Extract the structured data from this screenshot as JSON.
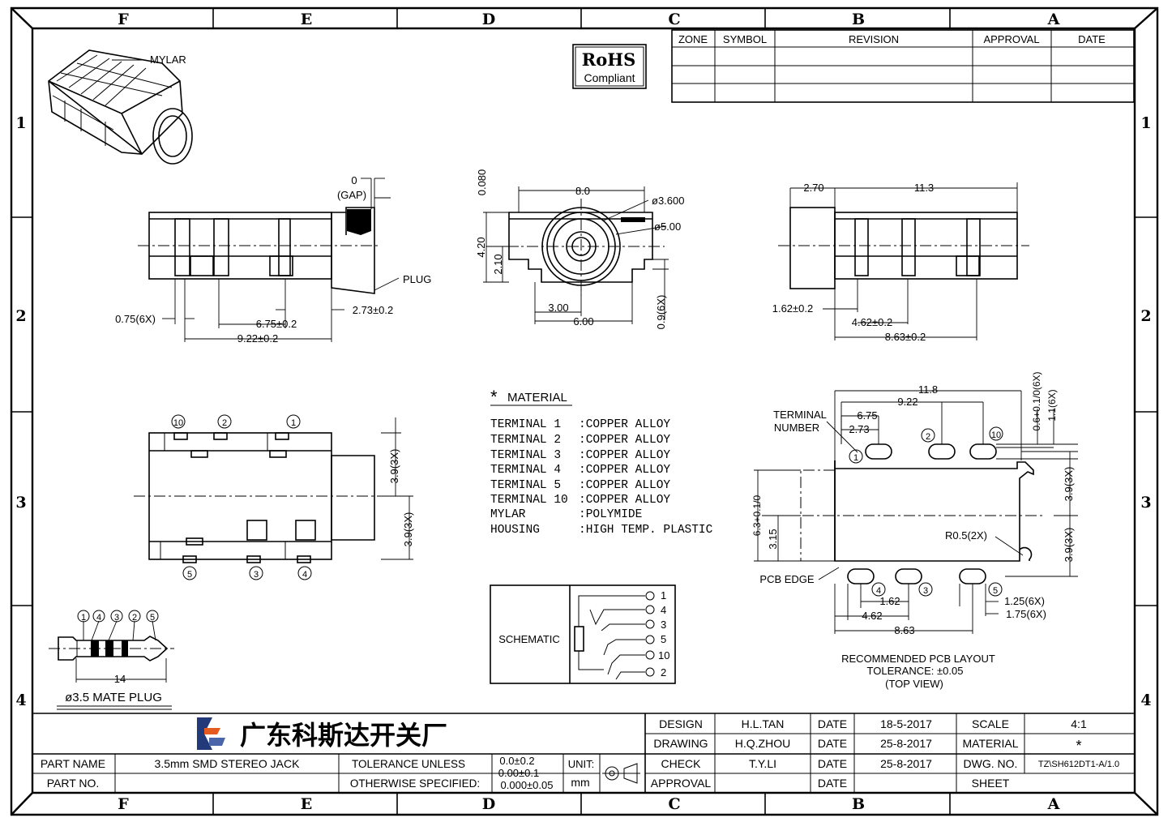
{
  "frame": {
    "columns": [
      "F",
      "E",
      "D",
      "C",
      "B",
      "A"
    ],
    "rows": [
      "1",
      "2",
      "3",
      "4"
    ]
  },
  "rohs": {
    "line1": "RoHS",
    "line2": "Compliant"
  },
  "revision_table": {
    "headers": [
      "ZONE",
      "SYMBOL",
      "REVISION",
      "APPROVAL",
      "DATE"
    ]
  },
  "iso_view": {
    "mylar_label": "MYLAR"
  },
  "side_view_left": {
    "gap_value": "0",
    "gap_label": "(GAP)",
    "plug_label": "PLUG",
    "dims": [
      "0.75(6X)",
      "6.75±0.2",
      "2.73±0.2",
      "9.22±0.2"
    ]
  },
  "front_view": {
    "dims": [
      "0.080",
      "8.0",
      "ø3.600",
      "ø5.00",
      "4.20",
      "2.10",
      "3.00",
      "6.00",
      "0.9(6X)"
    ]
  },
  "side_view_right": {
    "dims": [
      "2.70",
      "11.3",
      "1.62±0.2",
      "4.62±0.2",
      "8.63±0.2"
    ]
  },
  "bottom_view": {
    "top_pins": [
      "10",
      "2",
      "1"
    ],
    "bottom_pins": [
      "5",
      "3",
      "4"
    ],
    "dims": [
      "3.9(3X)",
      "3.9(3X)"
    ]
  },
  "mate_plug": {
    "pin_order": [
      "1",
      "4",
      "3",
      "2",
      "5"
    ],
    "length": "14",
    "title": "ø3.5 MATE PLUG"
  },
  "material": {
    "title": "MATERIAL",
    "items": [
      {
        "part": "TERMINAL  1",
        "value": ":COPPER  ALLOY"
      },
      {
        "part": "TERMINAL  2",
        "value": ":COPPER  ALLOY"
      },
      {
        "part": "TERMINAL  3",
        "value": ":COPPER  ALLOY"
      },
      {
        "part": "TERMINAL  4",
        "value": ":COPPER  ALLOY"
      },
      {
        "part": "TERMINAL  5",
        "value": ":COPPER  ALLOY"
      },
      {
        "part": "TERMINAL 10",
        "value": ":COPPER  ALLOY"
      },
      {
        "part": "MYLAR",
        "value": ":POLYMIDE"
      },
      {
        "part": "HOUSING",
        "value": ":HIGH  TEMP.  PLASTIC"
      }
    ]
  },
  "schematic": {
    "label": "SCHEMATIC",
    "pins": [
      "1",
      "4",
      "3",
      "5",
      "10",
      "2"
    ]
  },
  "pcb_layout": {
    "terminal_label_1": "TERMINAL",
    "terminal_label_2": "NUMBER",
    "pcb_edge": "PCB  EDGE",
    "r_label": "R0.5(2X)",
    "top_pins": [
      "1",
      "2",
      "10"
    ],
    "bottom_pins": [
      "4",
      "3",
      "5"
    ],
    "dims_top": [
      "11.8",
      "9.22",
      "6.75",
      "2.73"
    ],
    "dims_side": [
      "0.6+0.1/0(6X)",
      "1.1(6X)",
      "3.9(3X)",
      "3.9(3X)",
      "6.3+0.1/0",
      "3.15"
    ],
    "dims_bottom": [
      "1.62",
      "4.62",
      "8.63",
      "1.25(6X)",
      "1.75(6X)"
    ],
    "caption1": "RECOMMENDED  PCB  LAYOUT",
    "caption2": "TOLERANCE: ±0.05",
    "caption3": "(TOP  VIEW)"
  },
  "title_block": {
    "company": "广东科斯达开关厂",
    "part_name_label": "PART NAME",
    "part_name": "3.5mm  SMD  STEREO  JACK",
    "part_no_label": "PART NO.",
    "tolerance_1": "TOLERANCE  UNLESS",
    "tolerance_2": "OTHERWISE  SPECIFIED:",
    "tol_a": "0.0±0.2",
    "tol_b": "0.00±0.1",
    "tol_c": "0.000±0.05",
    "unit_label": "UNIT:",
    "unit": "mm",
    "design_label": "DESIGN",
    "design": "H.L.TAN",
    "drawing_label": "DRAWING",
    "drawing": "H.Q.ZHOU",
    "check_label": "CHECK",
    "check": "T.Y.LI",
    "approval_label": "APPROVAL",
    "date_label": "DATE",
    "date1": "18-5-2017",
    "date2": "25-8-2017",
    "date3": "25-8-2017",
    "scale_label": "SCALE",
    "scale": "4:1",
    "material_label": "MATERIAL",
    "material": "*",
    "dwg_label": "DWG. NO.",
    "dwg": "TZ\\SH612DT1-A/1.0",
    "sheet_label": "SHEET"
  }
}
